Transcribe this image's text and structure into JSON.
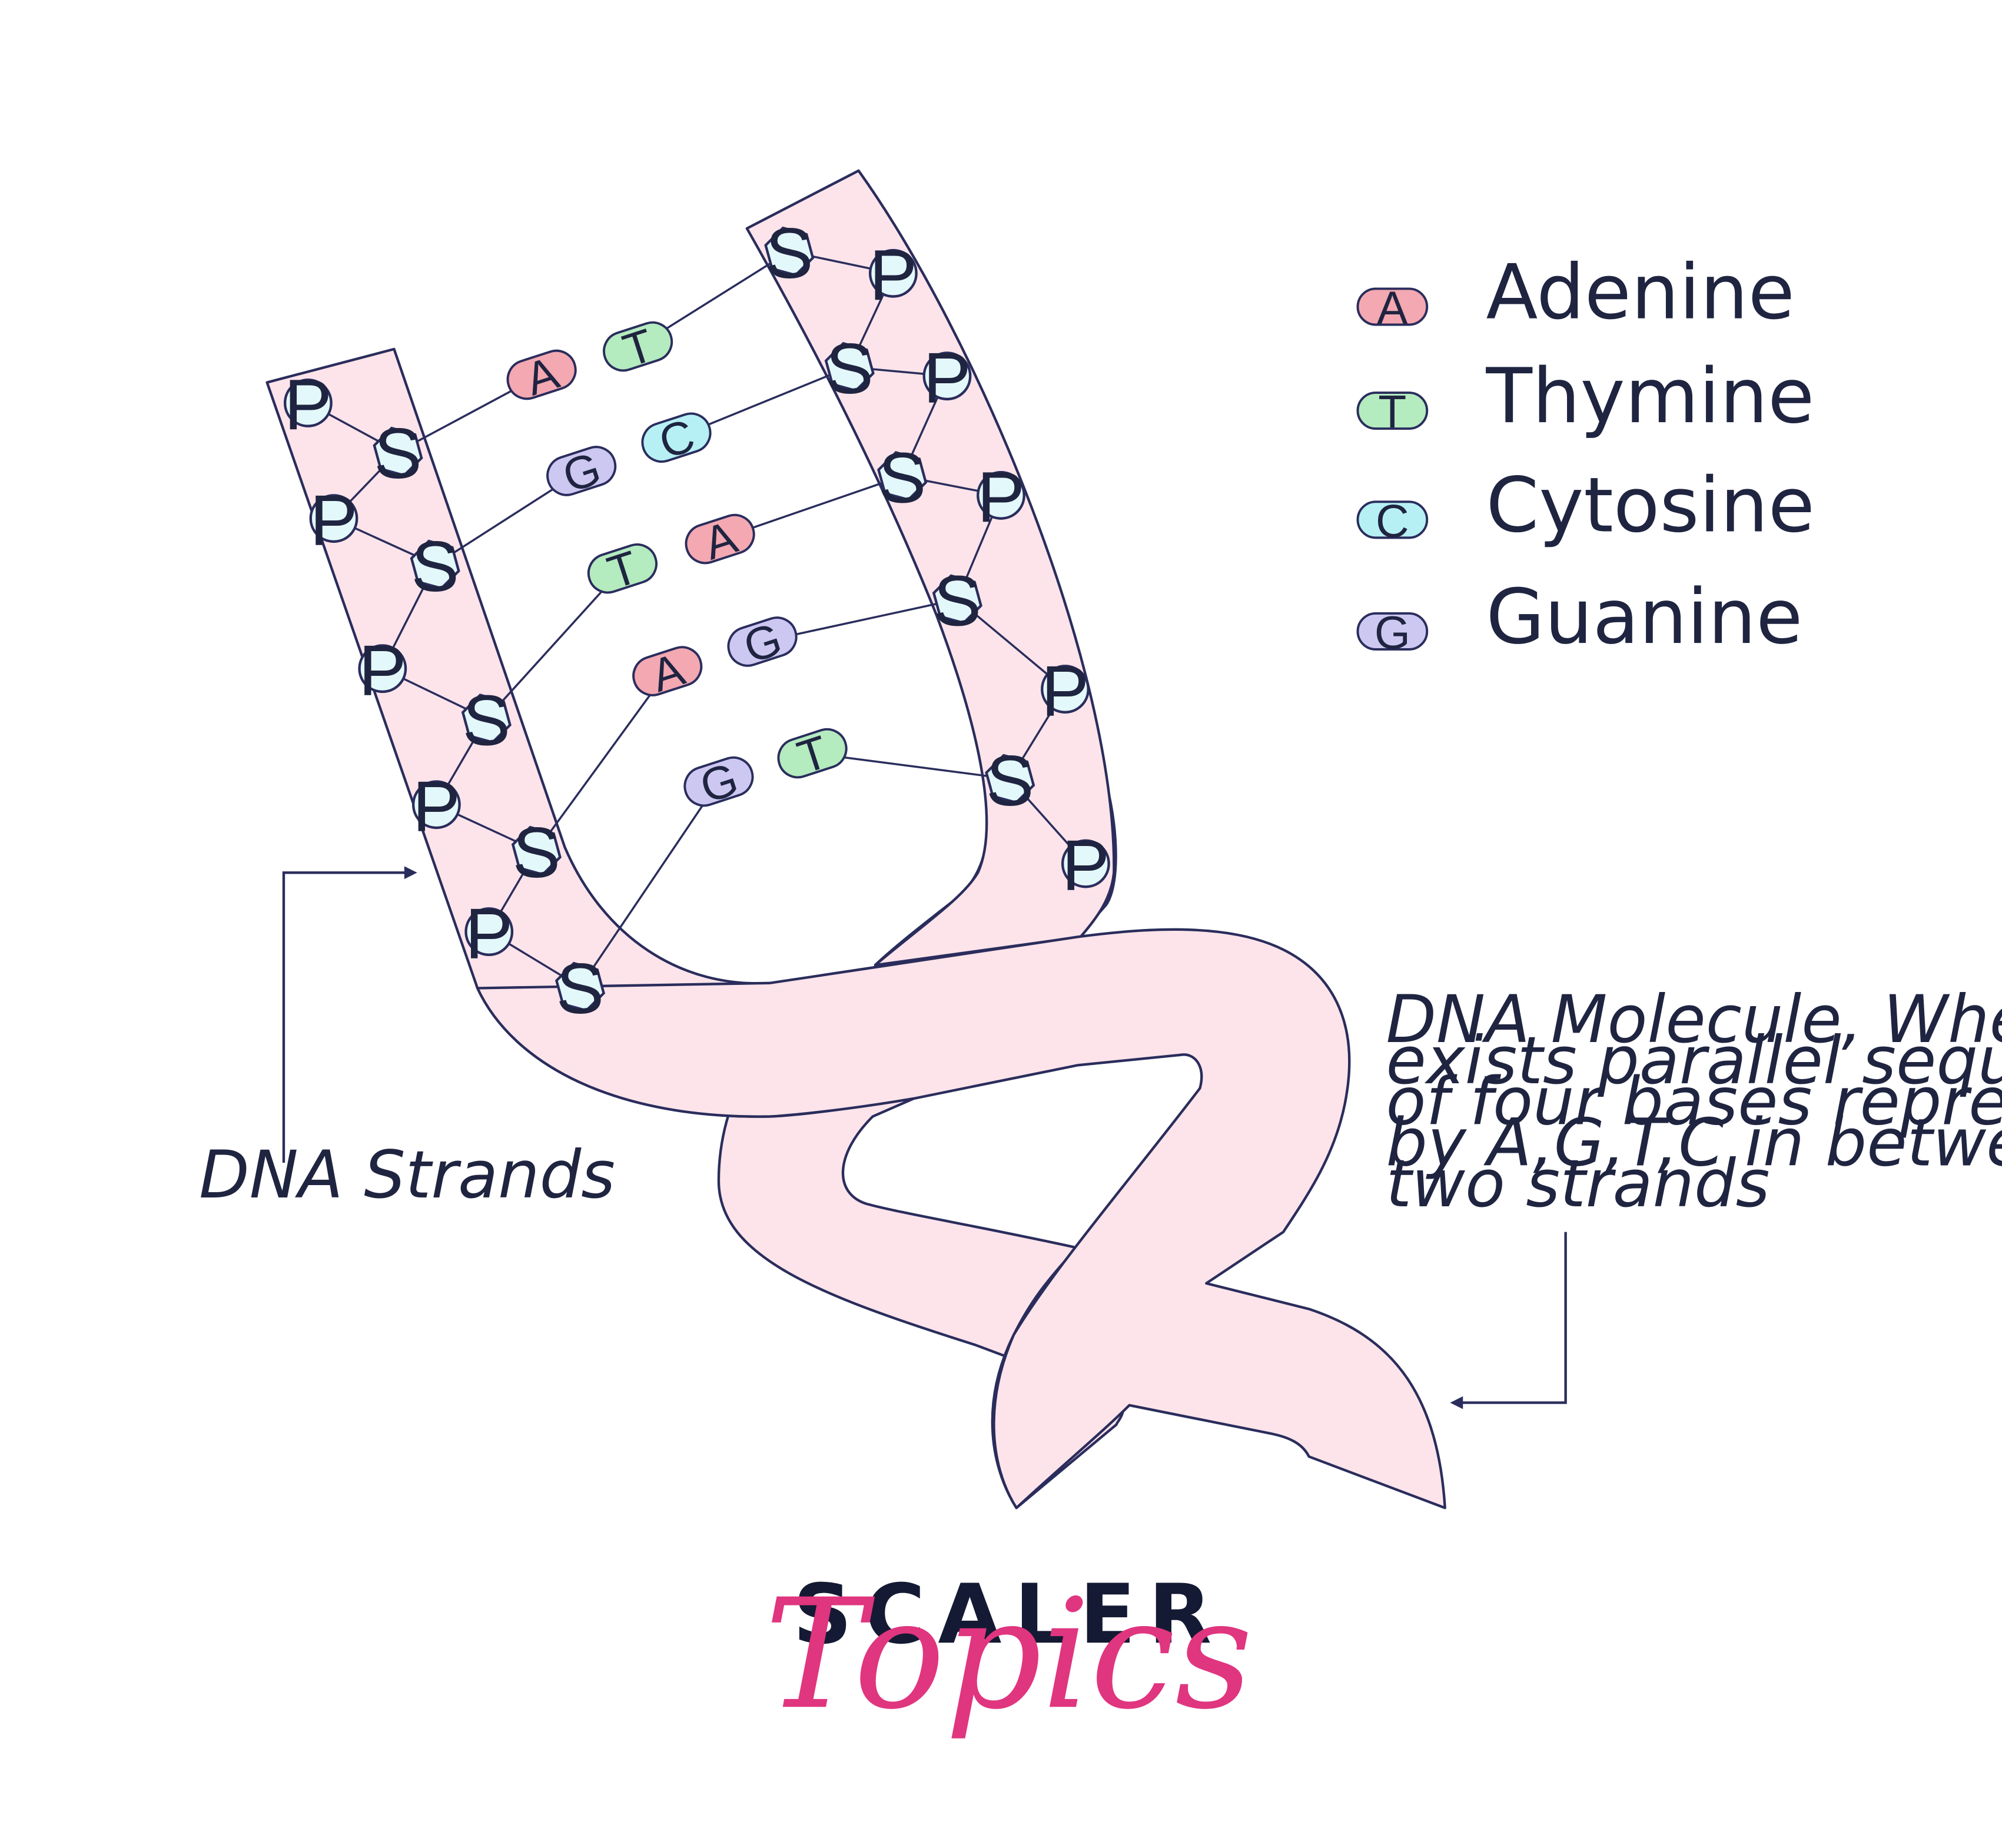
{
  "colors": {
    "strand_fill": "#fde4ea",
    "outline": "#2a2d5c",
    "phosphate": "#e3f8fa",
    "sugar": "#e3f8fa",
    "adenine": "#f3a8b2",
    "thymine": "#b4ebbf",
    "cytosine": "#b6f0f5",
    "guanine": "#cdc8f2",
    "brand_dark": "#141a33",
    "brand_pink": "#e0357f"
  },
  "legend": [
    {
      "letter": "A",
      "name": "Adenine",
      "color": "#f3a8b2"
    },
    {
      "letter": "T",
      "name": "Thymine",
      "color": "#b4ebbf"
    },
    {
      "letter": "C",
      "name": "Cytosine",
      "color": "#b6f0f5"
    },
    {
      "letter": "G",
      "name": "Guanine",
      "color": "#cdc8f2"
    }
  ],
  "node_labels": {
    "phosphate": "P",
    "sugar": "S"
  },
  "base_pairs": [
    {
      "left": "A",
      "right": "T"
    },
    {
      "left": "G",
      "right": "C"
    },
    {
      "left": "T",
      "right": "A"
    },
    {
      "left": "A",
      "right": "G"
    },
    {
      "left": "G",
      "right": "T"
    }
  ],
  "captions": {
    "strands": "DNA Strands",
    "molecule": [
      "DNA Molecule, Where there",
      "exists parallel sequences",
      "of four bases represented",
      "by A,G,T,C in between the",
      "two strands"
    ]
  },
  "brand": {
    "top": "SCALER",
    "bottom": "Topics"
  }
}
